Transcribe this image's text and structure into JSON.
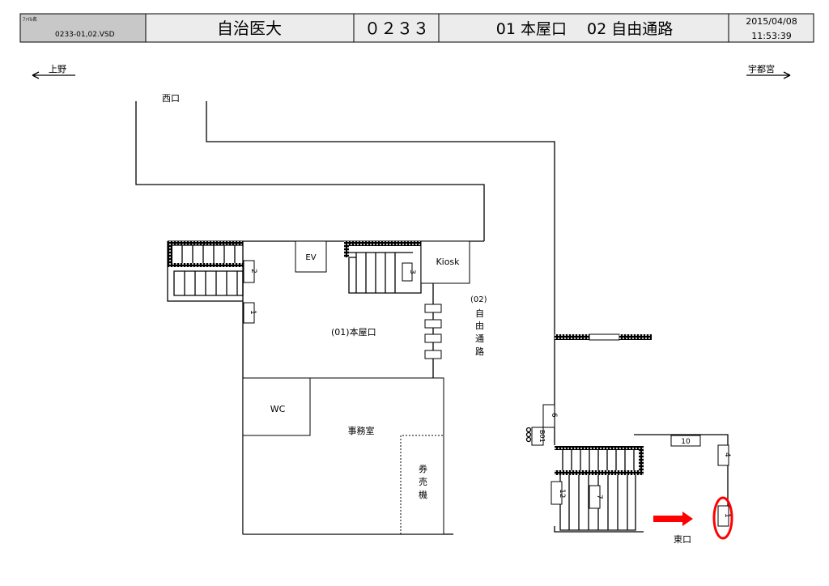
{
  "header": {
    "file_label": "ﾌｧｲﾙ名",
    "file_name": "0233-01,02.VSD",
    "station": "自治医大",
    "code": "０２３３",
    "exits": "01 本屋口　 02 自由通路",
    "date": "2015/04/08",
    "time": "11:53:39"
  },
  "directions": {
    "left": "上野",
    "right": "宇都宮"
  },
  "labels": {
    "west_exit": "西口",
    "main_exit": "(01)本屋口",
    "free_passage_num": "(02)",
    "free_passage": [
      "自",
      "由",
      "通",
      "路"
    ],
    "office": "事務室",
    "wc": "WC",
    "ticket_machine": [
      "券",
      "売",
      "機"
    ],
    "ev": "EV",
    "kiosk": "Kiosk",
    "east_exit": "東口"
  },
  "markers": [
    "1",
    "2",
    "3",
    "4",
    "6",
    "7",
    "10",
    "12",
    "B01",
    "1"
  ],
  "colors": {
    "highlight": "#ff0000"
  }
}
